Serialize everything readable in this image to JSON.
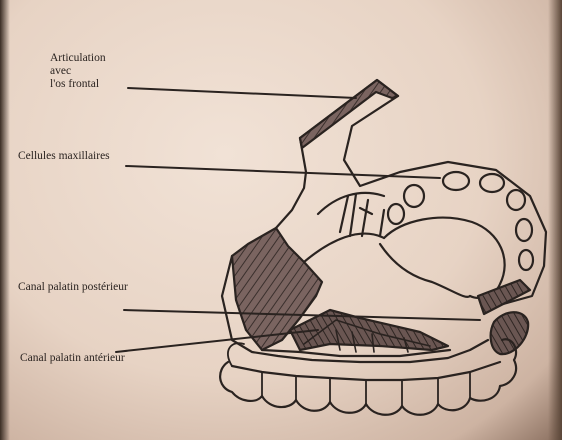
{
  "labels": {
    "articulation": "Articulation\navec\nl'os frontal",
    "cellules": "Cellules maxillaires",
    "canal_posterieur": "Canal palatin postérieur",
    "canal_anterieur": "Canal palatin antérieur"
  },
  "colors": {
    "ink": "#2a2320",
    "paper": "#ecdcd0",
    "hatch_fill": "#6e5a55"
  }
}
